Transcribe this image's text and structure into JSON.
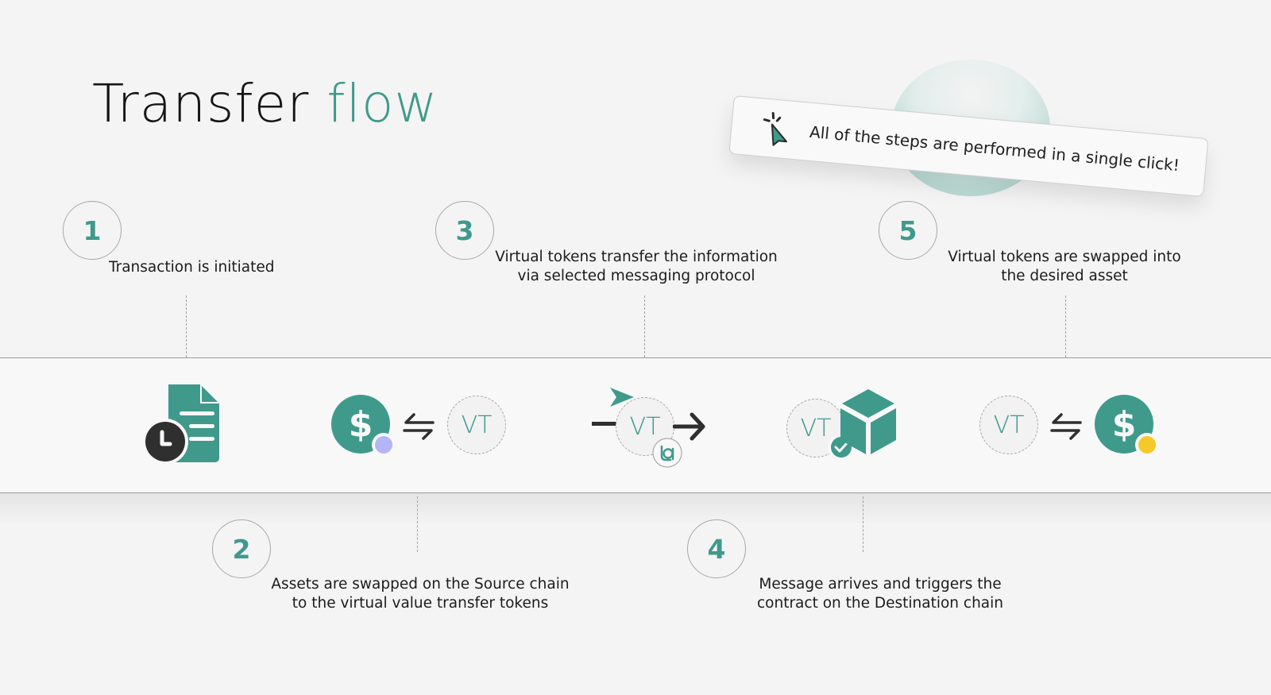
{
  "title": {
    "main": "Transfer",
    "accent": "flow"
  },
  "callout": {
    "icon": "cursor-click-icon",
    "text": "All of the steps are performed in a single click!"
  },
  "steps": [
    {
      "number": "1",
      "text_line1": "Transaction is initiated",
      "text_line2": ""
    },
    {
      "number": "2",
      "text_line1": "Assets are swapped on the Source chain",
      "text_line2": "to the virtual value transfer tokens"
    },
    {
      "number": "3",
      "text_line1": "Virtual tokens transfer the information",
      "text_line2": "via selected messaging protocol"
    },
    {
      "number": "4",
      "text_line1": "Message arrives and triggers the",
      "text_line2": "contract on the Destination chain"
    },
    {
      "number": "5",
      "text_line1": "Virtual tokens are swapped into",
      "text_line2": "the desired asset"
    }
  ],
  "band_icons": {
    "step1": "document-clock-icon",
    "step2": [
      "dollar-coin-icon",
      "swap-arrows-icon",
      "vt-token"
    ],
    "step3": [
      "send-icon",
      "vt-token",
      "arrow-right-icon",
      "protocol-badge-icon"
    ],
    "step4": [
      "vt-token",
      "check-badge-icon",
      "cube-icon"
    ],
    "step5": [
      "vt-token",
      "swap-arrows-icon",
      "dollar-coin-icon"
    ]
  },
  "vt_label": "VT",
  "colors": {
    "accent": "#3f9a8c",
    "dark": "#2f2f2f",
    "source_chain_dot": "#b3b5f7",
    "destination_chain_dot": "#f5c92a",
    "background": "#f4f4f4"
  }
}
